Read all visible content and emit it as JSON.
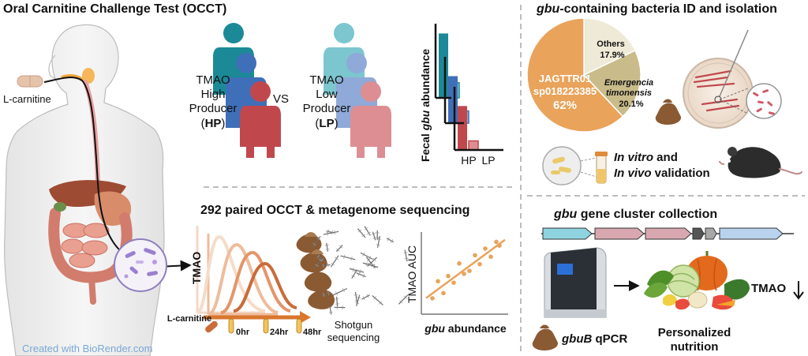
{
  "occt": {
    "title": "Oral Carnitine Challenge Test (OCCT)",
    "lcarnitine_label": "L-carnitine",
    "credit": "Created with BioRender.com",
    "hp_lines": [
      "TMAO",
      "High",
      "Producer"
    ],
    "hp_abbr": "HP",
    "vs": "VS",
    "lp_lines": [
      "TMAO",
      "Low",
      "Producer"
    ],
    "lp_abbr": "LP",
    "bar_ylabel_pre": "Fecal ",
    "bar_ylabel_gene": "gbu",
    "bar_ylabel_post": " abundance",
    "bar_x_hp": "HP",
    "bar_x_lp": "LP"
  },
  "colors": {
    "teal": "#1b8a96",
    "blue": "#3f6fb8",
    "red": "#c0484d",
    "light_teal": "#7cc6cf",
    "light_blue": "#8fa9d8",
    "light_red": "#dd8e92",
    "orange": "#e9a35b",
    "khaki": "#c9bc8a",
    "cream": "#efe9d7",
    "dna_cyan": "#8fd3e0",
    "dna_pink": "#d9a7b0",
    "dna_grey": "#a8a8a8",
    "dna_blue": "#b9d3ee"
  },
  "seq": {
    "title": "292 paired OCCT & metagenome sequencing",
    "tmao_label": "TMAO",
    "lcarnitine_label": "L-carnitine",
    "time_points": [
      "0hr",
      "24hr",
      "48hr"
    ],
    "shotgun_lines": [
      "Shotgun",
      "sequencing"
    ],
    "scatter_ylabel": "TMAO AUC",
    "scatter_xlabel_gene": "gbu",
    "scatter_xlabel_rest": " abundance"
  },
  "isolation": {
    "title_gene": "gbu",
    "title_rest": "-containing bacteria ID and isolation",
    "pie_labels": {
      "others_name": "Others",
      "others_pct": "17.9%",
      "em_name_1": "Emergencia",
      "em_name_2": "timonensis",
      "em_pct": "20.1%",
      "jag_name_1": "JAGTTR01",
      "jag_name_2": "sp018223385",
      "jag_pct": "62%"
    },
    "validation_line1_em": "In vitro",
    "validation_line1_rest": " and",
    "validation_line2_em": "In vivo",
    "validation_line2_rest": " validation"
  },
  "cluster": {
    "title_gene": "gbu",
    "title_rest": " gene cluster collection",
    "qpcr_gene": "gbuB",
    "qpcr_rest": " qPCR",
    "personalized_line1": "Personalized",
    "personalized_line2": "nutrition",
    "tmao_down": "TMAO"
  },
  "chart_data": [
    {
      "type": "bar",
      "ylabel": "Fecal gbu abundance",
      "categories": [
        "HP",
        "LP"
      ],
      "series": [
        {
          "values": [
            0.85,
            0.2
          ]
        },
        {
          "values": [
            0.62,
            0.16
          ]
        },
        {
          "values": [
            0.58,
            0.12
          ]
        }
      ]
    },
    {
      "type": "scatter",
      "xlabel": "gbu abundance",
      "ylabel": "TMAO AUC",
      "xlim": [
        0,
        10
      ],
      "ylim": [
        0,
        10
      ],
      "x": [
        0.8,
        1.5,
        2.2,
        2.8,
        3.5,
        4.2,
        4.8,
        5.5,
        6.2,
        6.8,
        7.5,
        8.2,
        8.9,
        9.3
      ],
      "y": [
        1.5,
        3.8,
        2.2,
        4.5,
        3.6,
        6.2,
        4.8,
        5.2,
        7.3,
        6.1,
        8.2,
        7.1,
        9.1,
        8.6
      ]
    }
  ]
}
